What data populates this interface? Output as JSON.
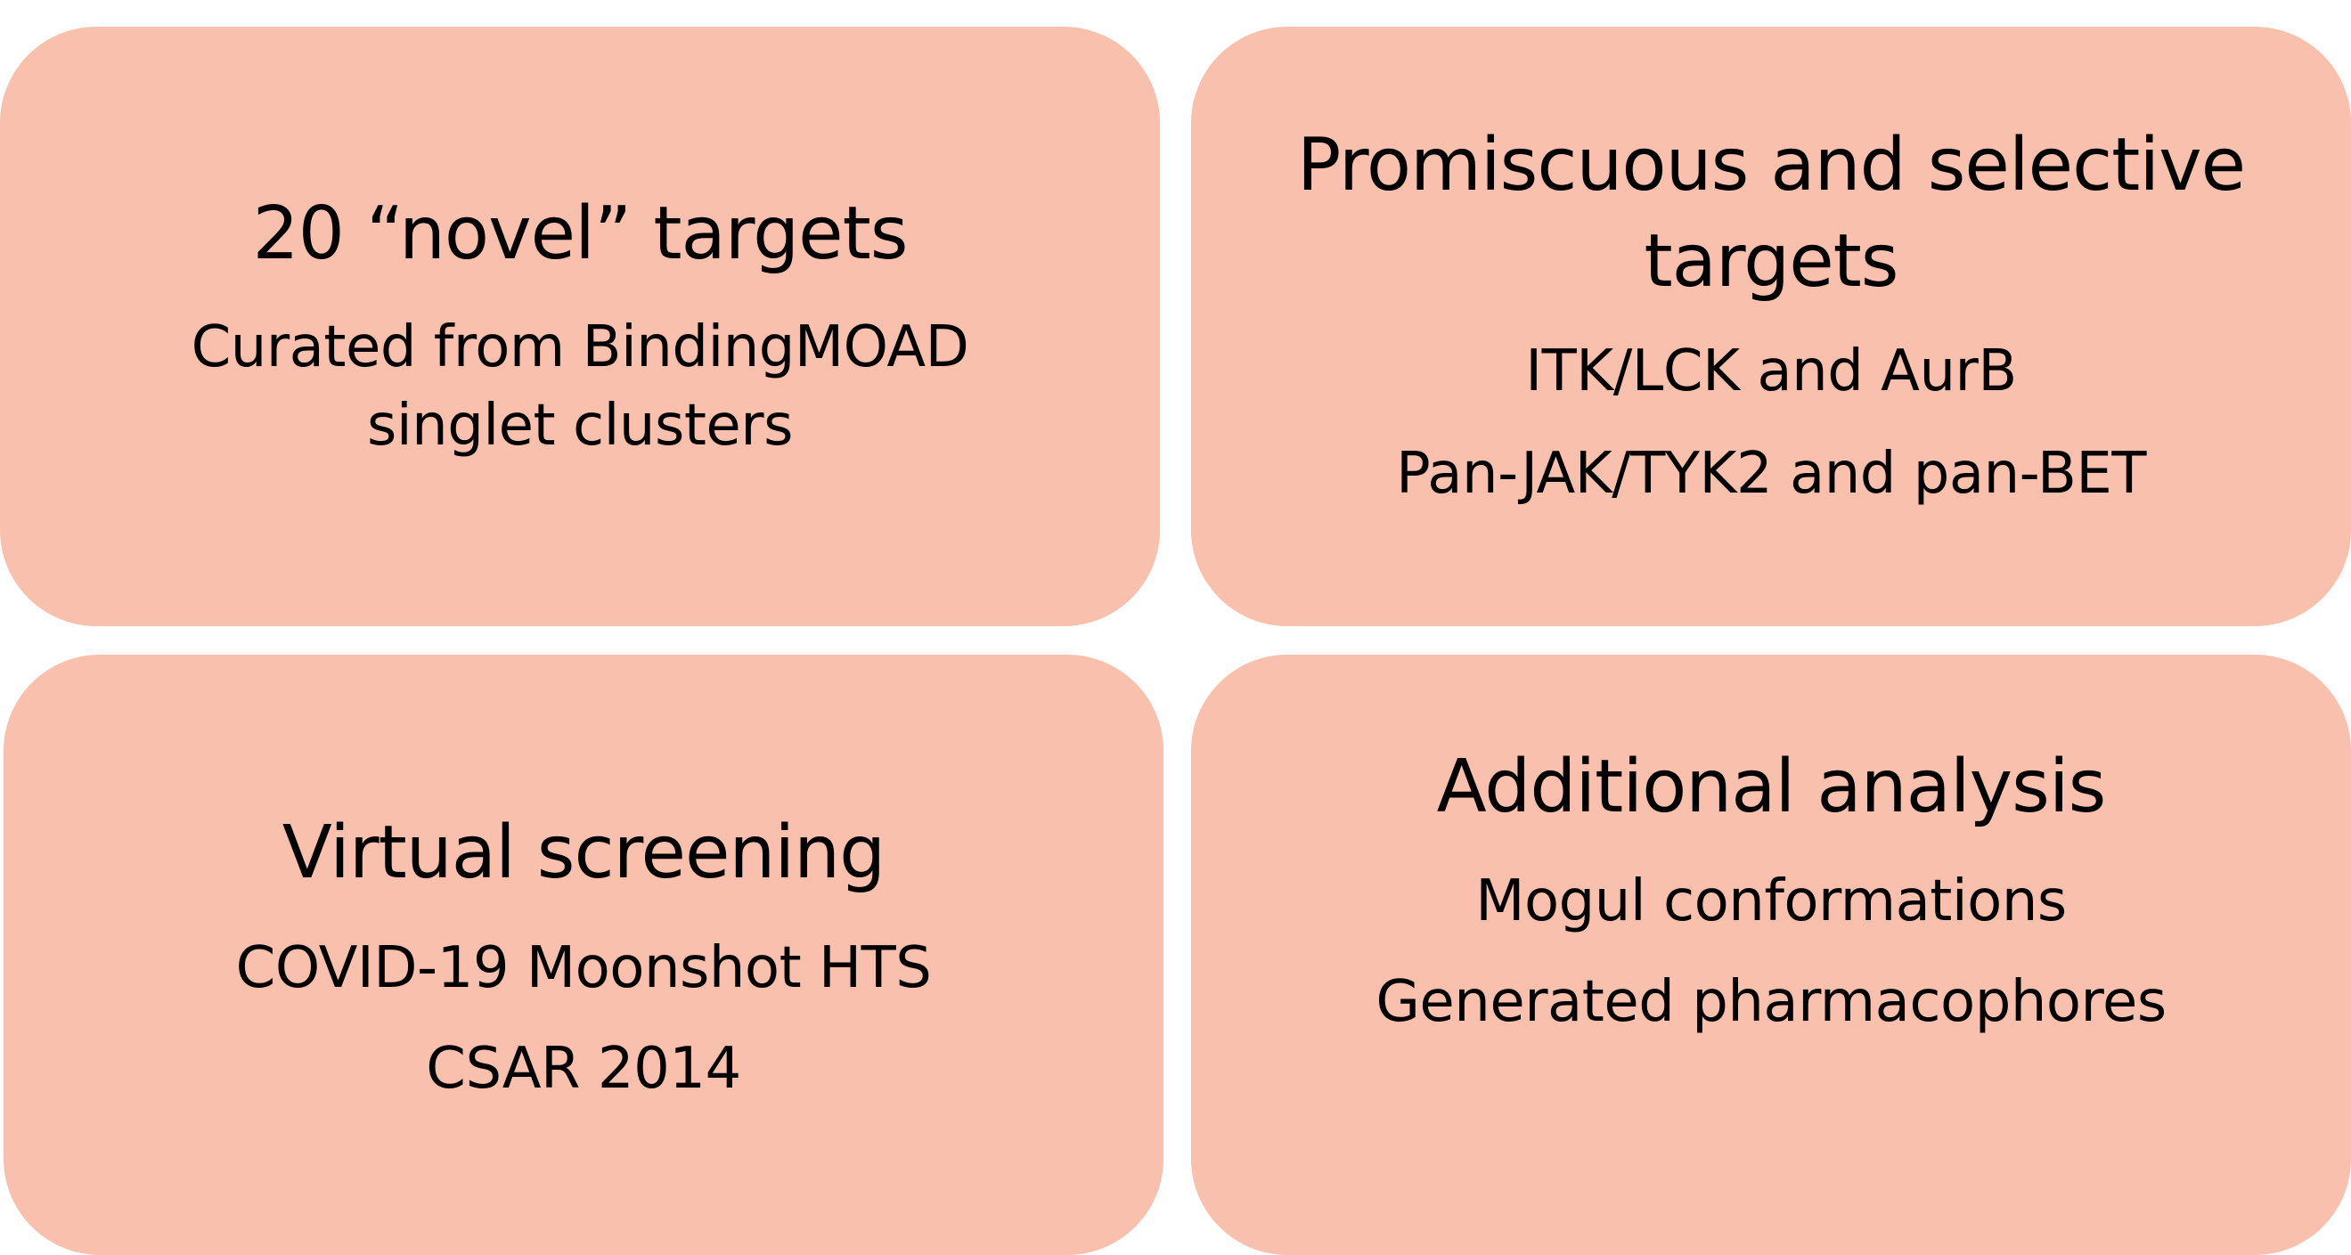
{
  "cards": [
    {
      "title_lines": [
        "20 “novel” targets"
      ],
      "sub_lines": [
        "Curated from BindingMOAD",
        "singlet clusters"
      ]
    },
    {
      "title_lines": [
        "Promiscuous and selective",
        "targets"
      ],
      "sub_lines": [
        "ITK/LCK and AurB",
        "Pan-JAK/TYK2 and pan-BET"
      ]
    },
    {
      "title_lines": [
        "Virtual screening"
      ],
      "sub_lines": [
        "COVID-19 Moonshot HTS",
        "CSAR 2014"
      ]
    },
    {
      "title_lines": [
        "Additional analysis"
      ],
      "sub_lines": [
        "Mogul conformations",
        "Generated pharmacophores"
      ]
    }
  ],
  "colors": {
    "card_background": "#f8c0ad",
    "text": "#000000",
    "page_background": "#ffffff"
  }
}
